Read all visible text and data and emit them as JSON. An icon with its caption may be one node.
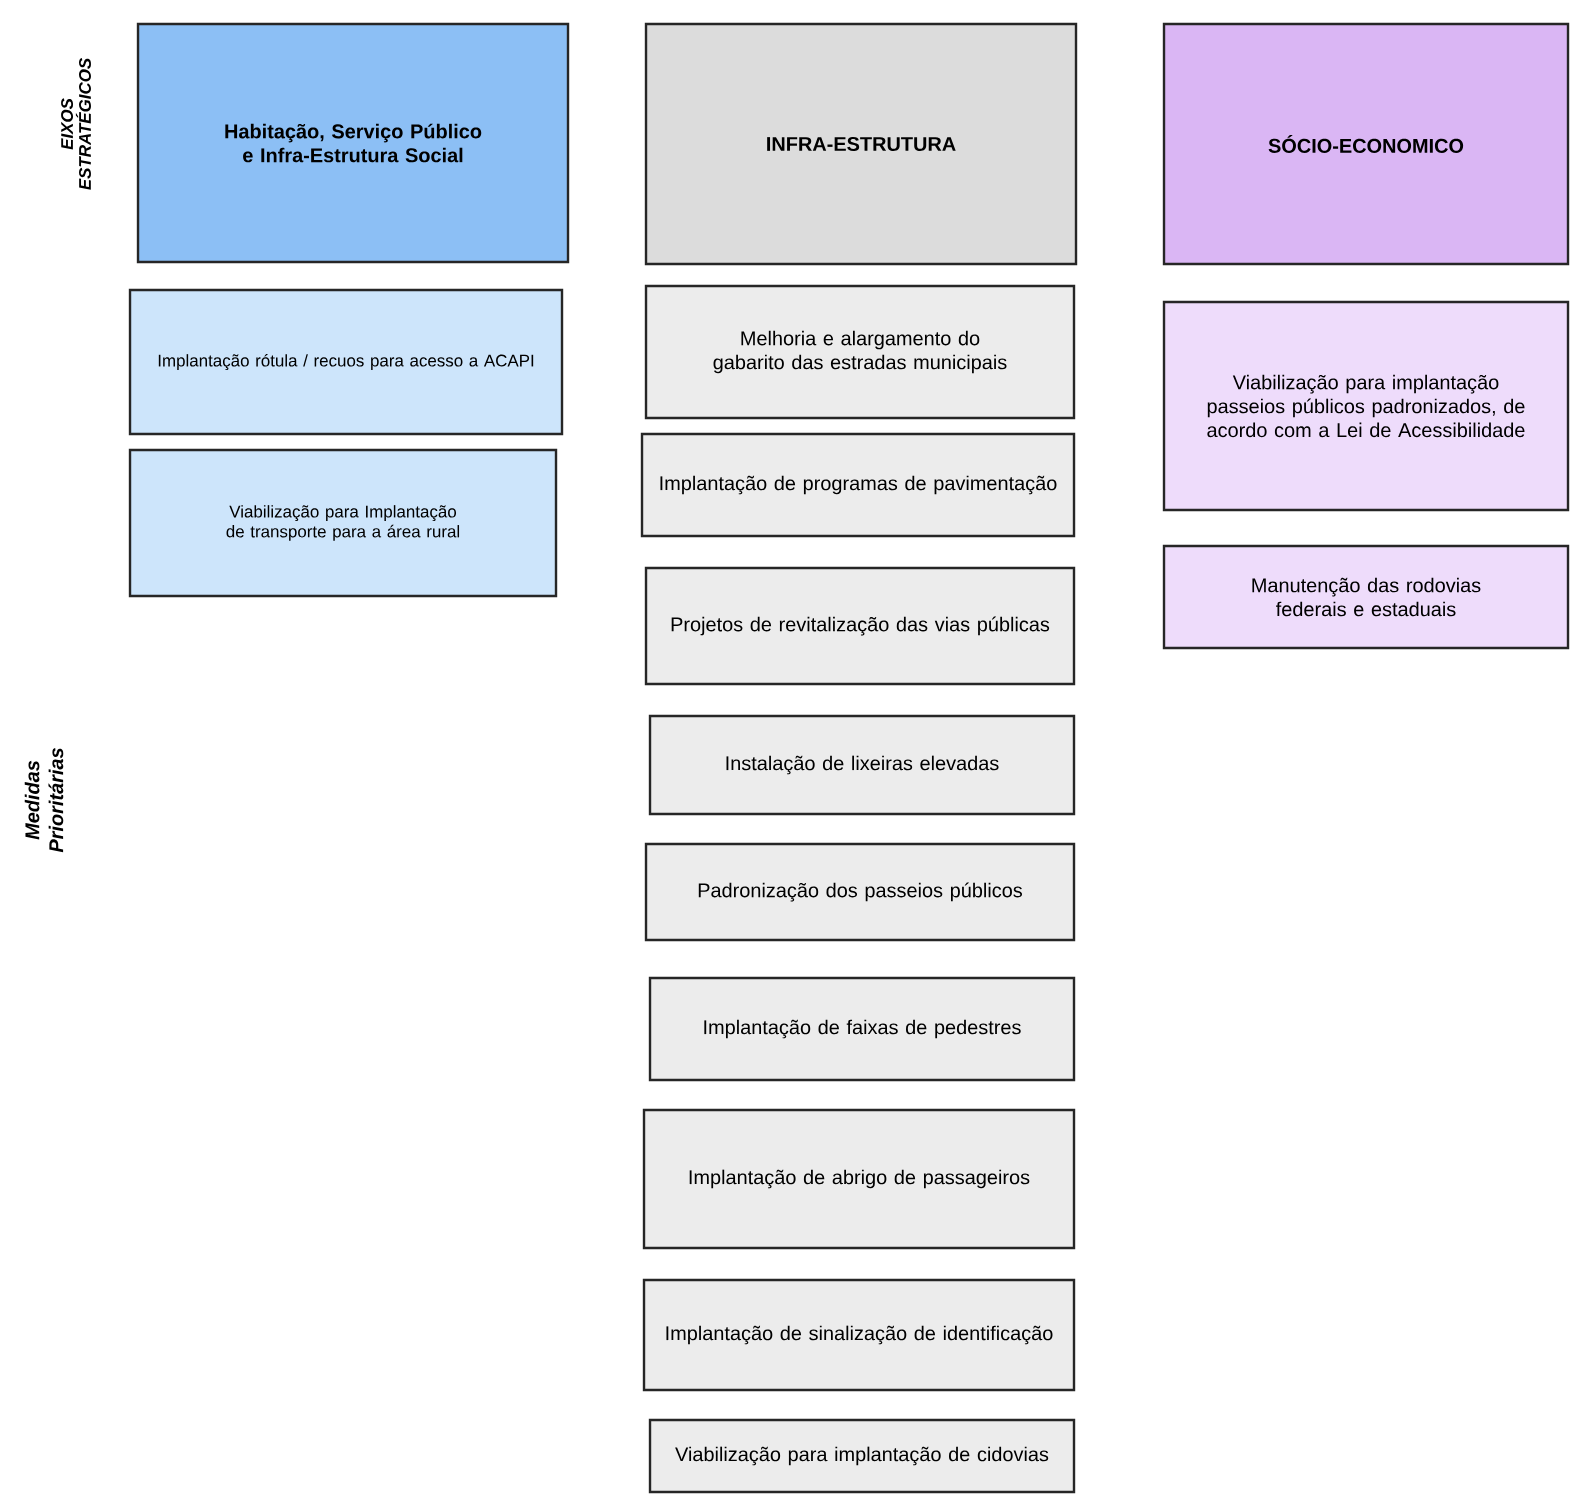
{
  "diagram": {
    "nodes": [
      {
        "text": [
          "Habitação, Serviço Público e Infra-Estrutura Social"
        ]
      },
      {
        "text": [
          "INFRA-ESTRUTURA"
        ]
      },
      {
        "text": [
          "SÓCIO-ECONOMICO"
        ]
      },
      {
        "text": [
          "Implantação rótula / recuos para acesso a ACAPI"
        ]
      },
      {
        "text": [
          "Viabilização para Implantação de transporte para a área rural"
        ]
      },
      {
        "text": [
          "Melhoria e alargamento do gabarito das estradas municipais"
        ]
      },
      {
        "text": [
          "Implantação de programas de pavimentação"
        ]
      },
      {
        "text": [
          "Projetos de revitalização das vias públicas"
        ]
      },
      {
        "text": [
          "Instalação de lixeiras elevadas"
        ]
      },
      {
        "text": [
          "Padronização dos passeios públicos"
        ]
      },
      {
        "text": [
          "Implantação de faixas de pedestres"
        ]
      },
      {
        "text": [
          "Implantação de abrigo de passageiros"
        ]
      },
      {
        "text": [
          "Implantação de sinalização de identificação"
        ]
      },
      {
        "text": [
          "Viabilização para implantação de cidovias"
        ]
      },
      {
        "text": [
          "Viabilização para implantação passeios públicos padronizados, de acordo com a Lei de Acessibilidade"
        ]
      },
      {
        "text": [
          "Manutenção das rodovias federais e estaduais"
        ]
      }
    ],
    "labels": [
      "EIXOS ESTRATÉGICOS",
      "Medidas Prioritárias"
    ]
  }
}
